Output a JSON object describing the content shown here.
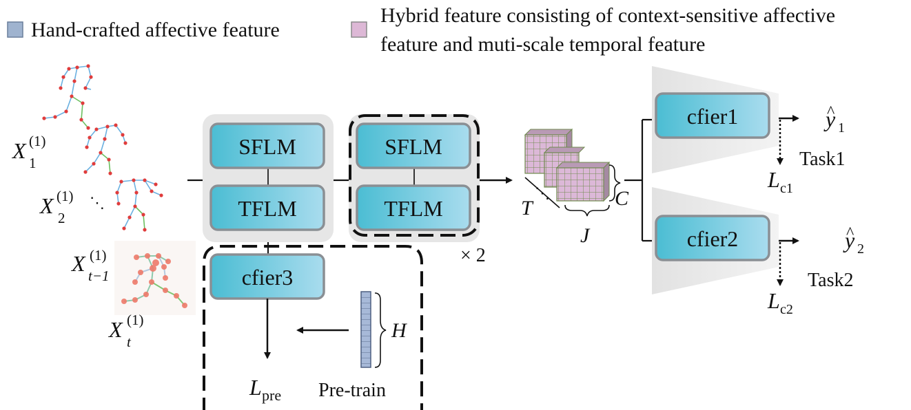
{
  "legend": {
    "item1": "Hand-crafted affective feature",
    "item2_line1": "Hybrid feature consisting of context-sensitive affective",
    "item2_line2": "feature and muti-scale temporal feature",
    "item1_color": "#9fb3cf",
    "item2_color": "#ddb8d6"
  },
  "inputs": {
    "x1": {
      "base": "X",
      "sup": "(1)",
      "sub": "1"
    },
    "x2": {
      "base": "X",
      "sup": "(1)",
      "sub": "2"
    },
    "dots": "⋱",
    "xt1": {
      "base": "X",
      "sup": "(1)",
      "sub": "t−1"
    },
    "xt": {
      "base": "X",
      "sup": "(1)",
      "sub": "t"
    }
  },
  "modules": {
    "sflm": "SFLM",
    "tflm": "TFLM",
    "repeat": "× 2",
    "module_fill": "#5bc3d7"
  },
  "tensor": {
    "T": "T",
    "J": "J",
    "C": "C",
    "dots": "⋱"
  },
  "classifiers": {
    "cfier1": "cfier1",
    "cfier2": "cfier2",
    "cfier3": "cfier3"
  },
  "outputs": {
    "y1_base": "y",
    "y1_hat": "^",
    "y1_sub": "1",
    "y2_base": "y",
    "y2_hat": "^",
    "y2_sub": "2",
    "task1": "Task1",
    "task2": "Task2",
    "lc1_base": "L",
    "lc1_sub": "c1",
    "lc2_base": "L",
    "lc2_sub": "c2"
  },
  "pretrain": {
    "lpre_base": "L",
    "lpre_sub": "pre",
    "label": "Pre-train",
    "h": "H"
  }
}
